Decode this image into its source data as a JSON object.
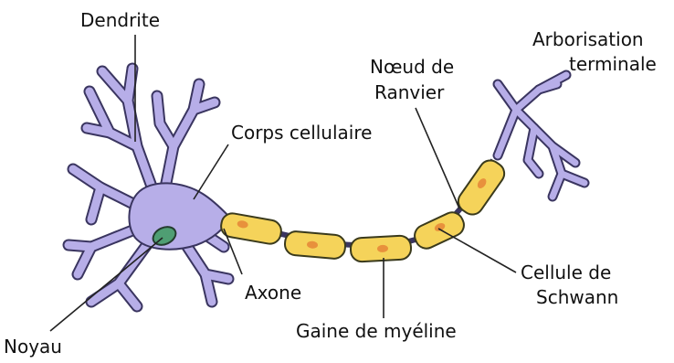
{
  "labels": {
    "dendrite": "Dendrite",
    "corps": "Corps cellulaire",
    "noeud_line1": "Nœud de",
    "noeud_line2": "Ranvier",
    "arbor_line1": "Arborisation",
    "arbor_line2": "terminale",
    "axone": "Axone",
    "cellule_line1": "Cellule de",
    "cellule_line2": "Schwann",
    "gaine": "Gaine de myéline",
    "noyau": "Noyau"
  },
  "colors": {
    "neuron_fill": "#b7aee8",
    "neuron_stroke": "#3a3560",
    "nucleus_fill": "#4f9e73",
    "myelin_fill": "#f5d35a",
    "myelin_stroke": "#3a3a1c",
    "schwann_nucleus": "#e8913c",
    "leader_line": "#222222"
  }
}
